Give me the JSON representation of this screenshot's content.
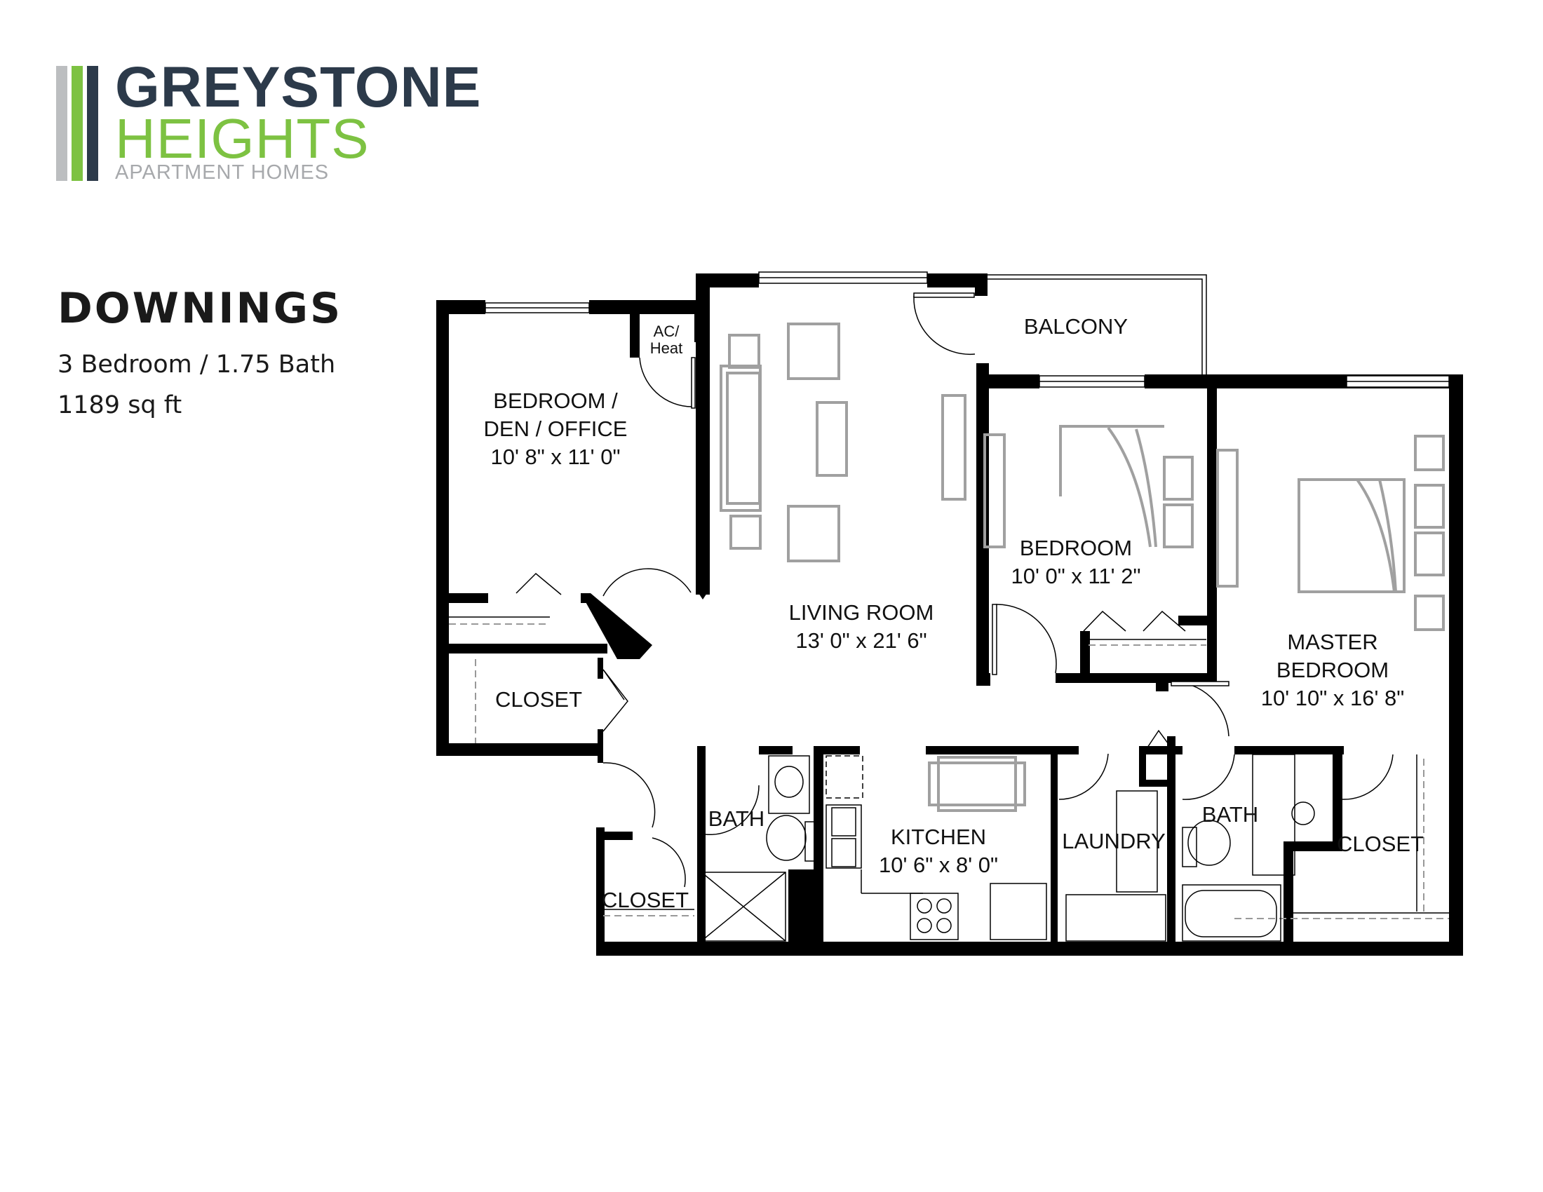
{
  "brand": {
    "line1": "GREYSTONE",
    "line2": "HEIGHTS",
    "line3": "APARTMENT HOMES",
    "colors": {
      "dark": "#2c3a4a",
      "green": "#7dc242",
      "grey": "#a7a9ac",
      "bar_grey": "#bcbec0"
    }
  },
  "plan": {
    "name": "DOWNINGS",
    "bed_bath": "3 Bedroom / 1.75 Bath",
    "area": "1189 sq ft"
  },
  "rooms": {
    "den": {
      "line1": "BEDROOM /",
      "line2": "DEN / OFFICE",
      "dims": "10' 8\" x 11' 0\""
    },
    "ac_heat": {
      "line1": "AC/",
      "line2": "Heat"
    },
    "living": {
      "name": "LIVING ROOM",
      "dims": "13' 0\" x 21' 6\""
    },
    "balcony": {
      "name": "BALCONY"
    },
    "bedroom": {
      "name": "BEDROOM",
      "dims": "10' 0\" x 11' 2\""
    },
    "master": {
      "line1": "MASTER",
      "line2": "BEDROOM",
      "dims": "10' 10\" x 16' 8\""
    },
    "closet_left": {
      "name": "CLOSET"
    },
    "closet_entry": {
      "name": "CLOSET"
    },
    "bath_hall": {
      "name": "BATH"
    },
    "kitchen": {
      "name": "KITCHEN",
      "dims": "10' 6\" x 8' 0\""
    },
    "laundry": {
      "name": "LAUNDRY"
    },
    "bath_master": {
      "name": "BATH"
    },
    "closet_master": {
      "name": "CLOSET"
    }
  },
  "colors": {
    "wall": "#000000",
    "furniture": "#a0a0a0",
    "fixture": "#000000"
  }
}
